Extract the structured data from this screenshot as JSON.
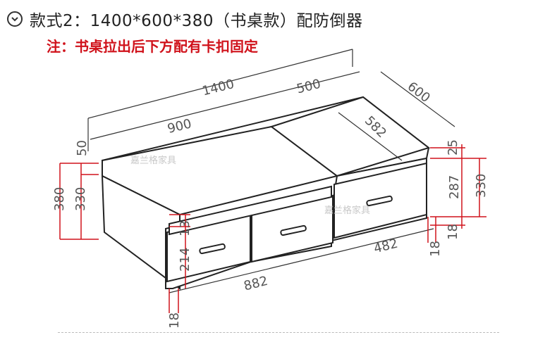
{
  "header": {
    "chevron_icon": "chevron-down-circle-icon",
    "title": "款式2：1400*600*380（书桌款）配防倒器",
    "note": "注：书桌拉出后下方配有卡扣固定"
  },
  "watermark": "嘉兰格家具",
  "dimensions": {
    "total_length": "1400",
    "desk_length": "900",
    "right_length": "500",
    "depth": "600",
    "inner_depth": "582",
    "top_left_thickness": "50",
    "top_right_thickness": "25",
    "total_height": "380",
    "body_height_left": "330",
    "body_height_right": "330",
    "right_drawer_height": "287",
    "drawer_height": "214",
    "gap_small": "13",
    "bottom_length": "882",
    "bottom_right_length": "482",
    "base_left": "18",
    "base_right": "18",
    "base_right_side": "18"
  }
}
